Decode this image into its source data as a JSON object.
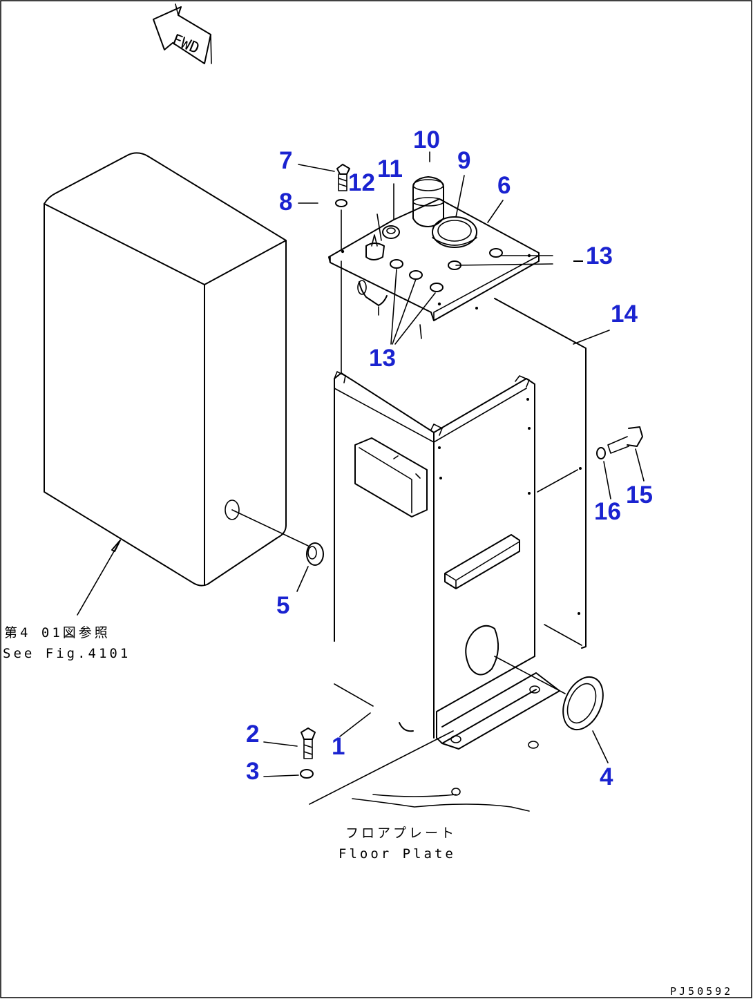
{
  "style": {
    "callout_color": "#1a23d0",
    "line_color": "#000000",
    "background": "#ffffff"
  },
  "diagram": {
    "direction_label": "FWD",
    "drawing_code": "PJ50592",
    "callouts": [
      "1",
      "2",
      "3",
      "4",
      "5",
      "6",
      "7",
      "8",
      "9",
      "10",
      "11",
      "12",
      "13",
      "13",
      "14",
      "15",
      "16"
    ],
    "reference_note": {
      "japanese": "第4 01図参照",
      "english": "See Fig.4101"
    },
    "floor_note": {
      "japanese": "フロアプレート",
      "english": "Floor Plate"
    }
  }
}
